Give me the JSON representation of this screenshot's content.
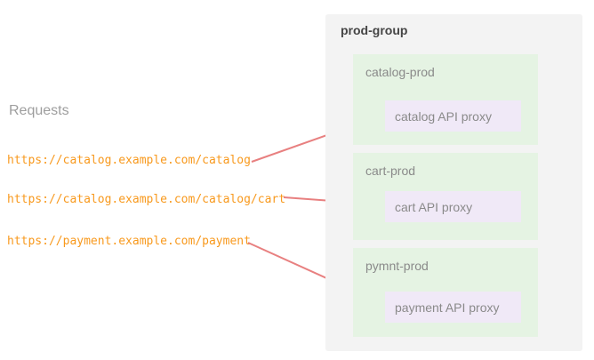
{
  "colors": {
    "arrow": "#e88080",
    "url_text": "#f8991d",
    "group_bg": "#f3f3f3",
    "environment_bg": "#e5f3e3",
    "proxy_bg": "#f0e9f7",
    "heading_text": "#9e9e9e",
    "group_title_text": "#454545",
    "label_text": "#8a8a8a"
  },
  "requests": {
    "heading": "Requests",
    "urls": [
      "https://catalog.example.com/catalog",
      "https://catalog.example.com/catalog/cart",
      "https://payment.example.com/payment"
    ]
  },
  "group": {
    "title": "prod-group",
    "environments": [
      {
        "name": "catalog-prod",
        "proxy": "catalog API proxy"
      },
      {
        "name": "cart-prod",
        "proxy": "cart API proxy"
      },
      {
        "name": "pymnt-prod",
        "proxy": "payment API proxy"
      }
    ]
  }
}
